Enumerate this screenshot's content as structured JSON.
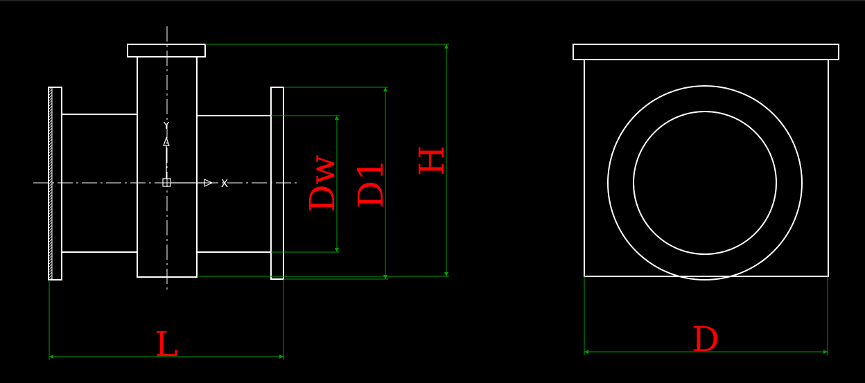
{
  "drawing": {
    "background_color": "#000000",
    "outline_color": "#ffffff",
    "dimension_line_color": "#008000",
    "dimension_text_color": "#ff0000",
    "centerline_color": "#ffffff"
  },
  "front_view": {
    "ucs": {
      "y_axis_label": "Y",
      "x_axis_label": "X",
      "icon": "ucs-icon"
    },
    "dimensions": {
      "dw": "Dw",
      "d1": "D1",
      "h": "H",
      "l": "L"
    }
  },
  "side_view": {
    "dimensions": {
      "d": "D"
    }
  }
}
